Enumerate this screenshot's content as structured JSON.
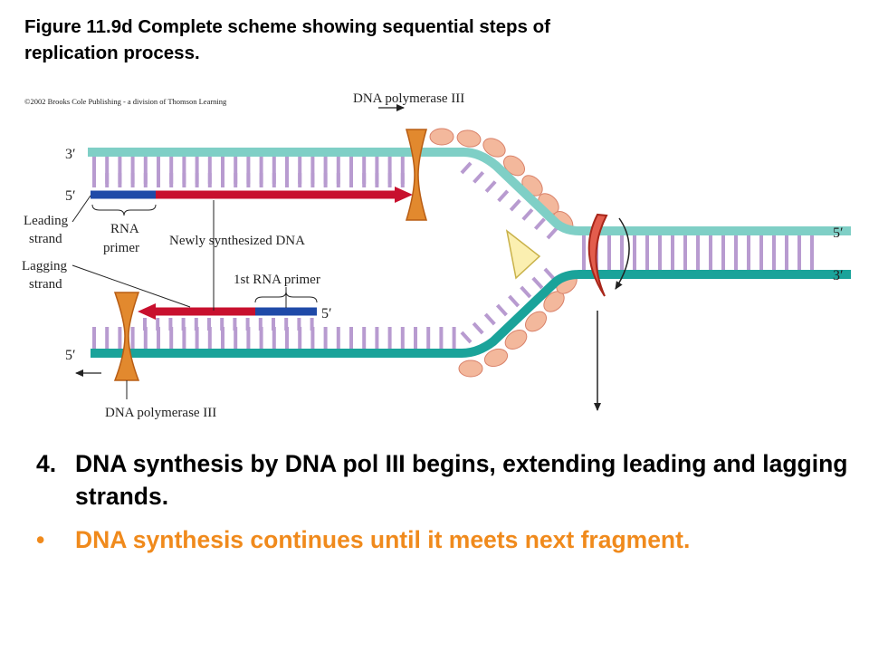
{
  "caption": {
    "line1": "Figure 11.9d Complete scheme showing sequential steps of",
    "line2": "replication process."
  },
  "figure": {
    "copyright": "©2002 Brooks Cole Publishing - a division of Thomson Learning",
    "labels": {
      "pol3_top": "DNA polymerase III",
      "pol3_bottom": "DNA polymerase III",
      "prime_3_top_left": "3′",
      "prime_5_lead": "5′",
      "prime_5_top_right": "5′",
      "prime_3_bottom_right": "3′",
      "prime_5_first_primer": "5′",
      "prime_5_bottom_left": "5′",
      "leading_1": "Leading",
      "leading_2": "strand",
      "lagging_1": "Lagging",
      "lagging_2": "strand",
      "rna_1": "RNA",
      "rna_2": "primer",
      "newly": "Newly synthesized DNA",
      "first_primer": "1st RNA primer"
    },
    "colors": {
      "top_strand": "#7fcfc6",
      "bottom_strand": "#1aa39a",
      "bases": "#b89bd0",
      "new_dna": "#c8102e",
      "rna_primer": "#1f4aa8",
      "polymerase": "#e2892e",
      "ssb": "#f3b89c",
      "helicase": "#e35d4d",
      "primase": "#fbefb0"
    }
  },
  "bullets": {
    "item1_marker": "4.",
    "item1_text": "DNA synthesis by DNA pol III begins, extending leading and lagging strands.",
    "item2_marker": "•",
    "item2_text": "DNA synthesis continues until it meets next fragment."
  }
}
